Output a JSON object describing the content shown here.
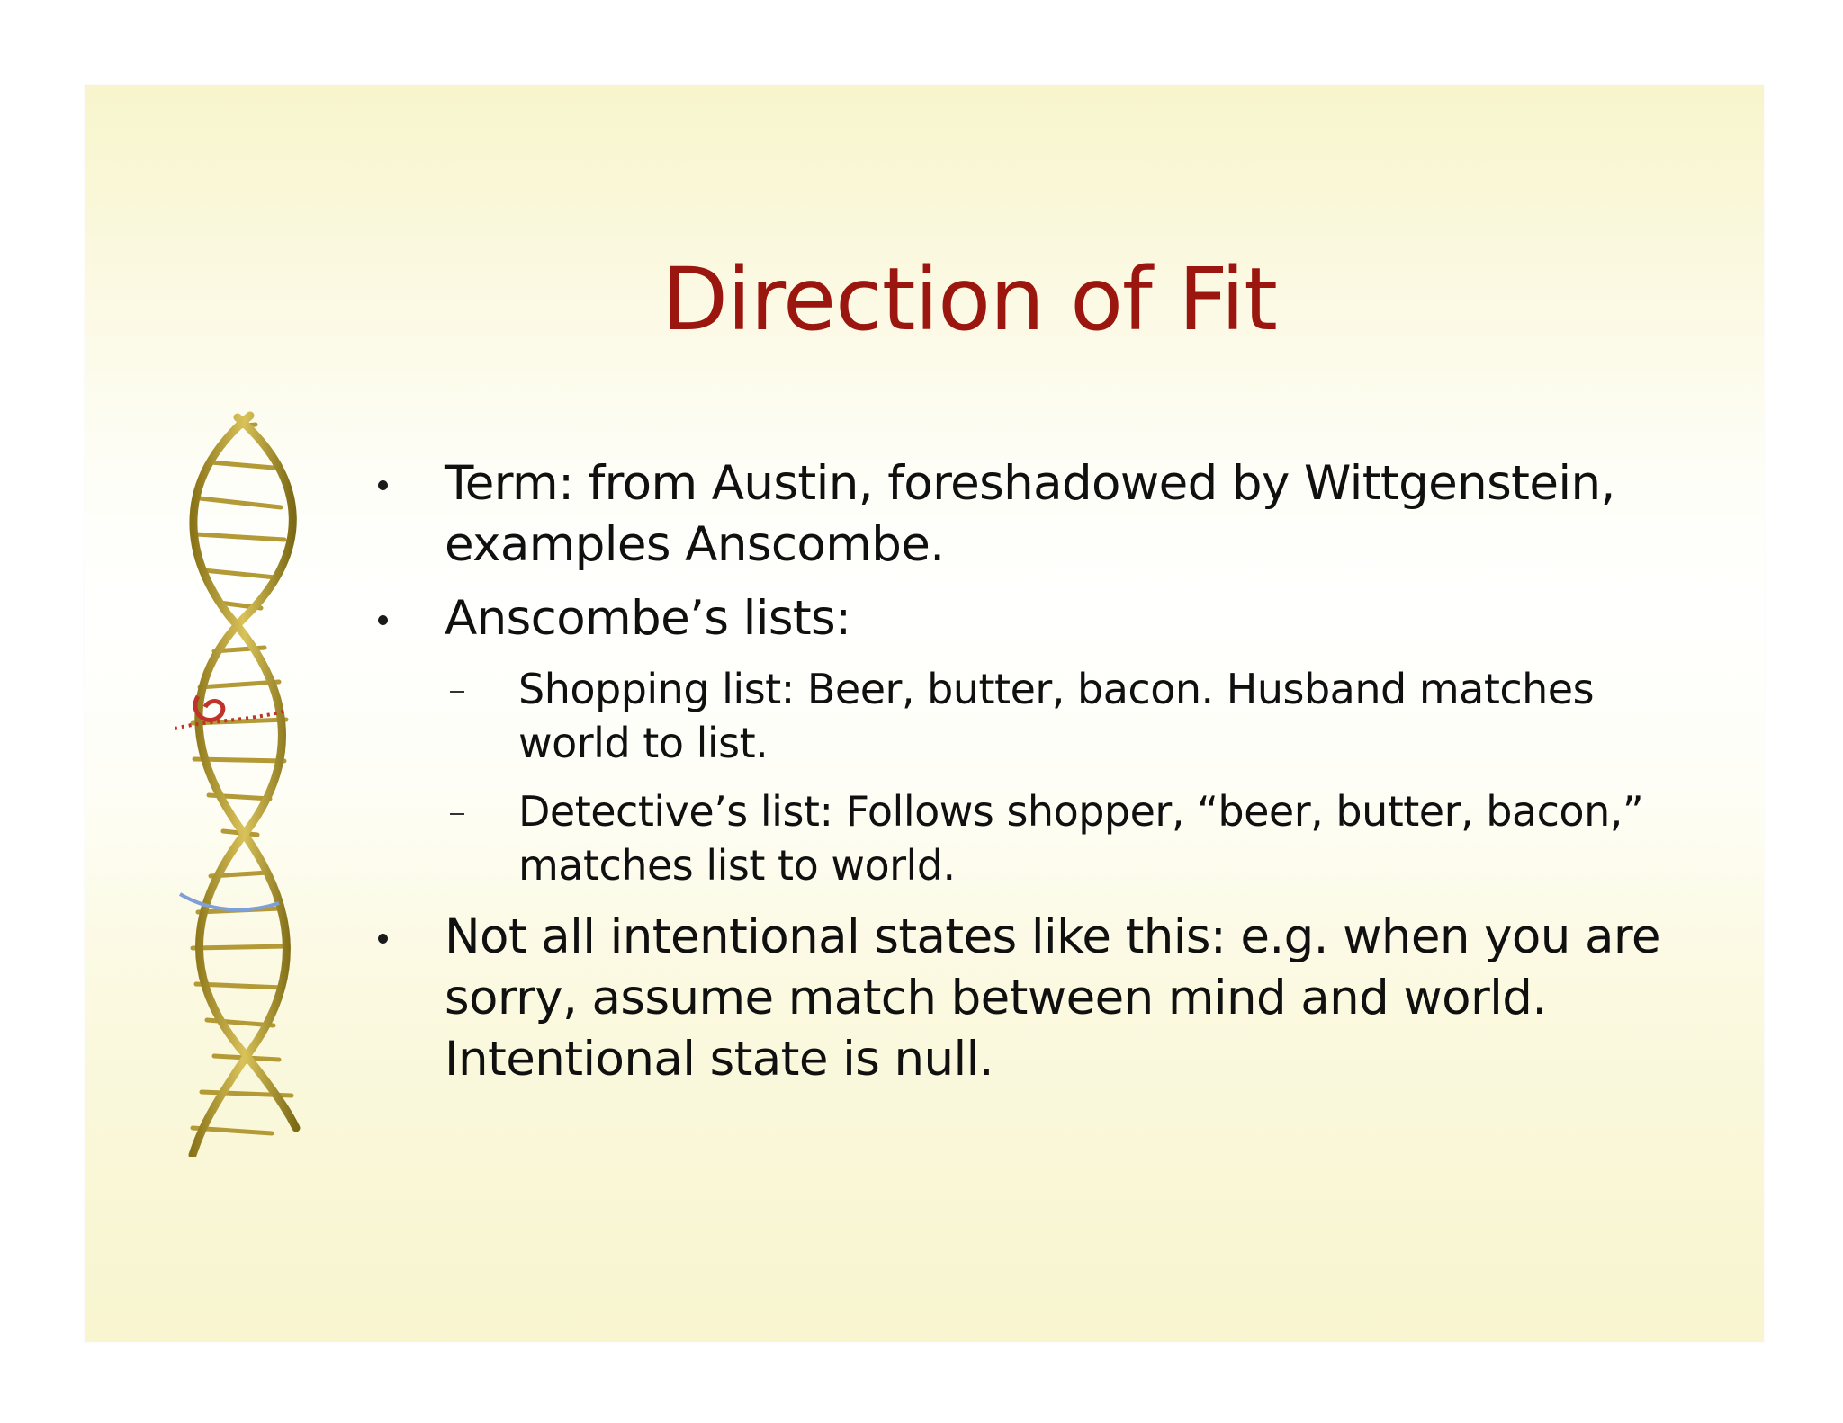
{
  "slide": {
    "title": "Direction of Fit",
    "title_color": "#9b160e",
    "background_color": "#f8f5cc",
    "decoration_icon": "dna-helix-icon",
    "bullets": [
      {
        "level": 1,
        "text": "Term: from Austin, foreshadowed by Wittgenstein, examples Anscombe."
      },
      {
        "level": 1,
        "text": "Anscombe’s lists:"
      },
      {
        "level": 2,
        "text": "Shopping list: Beer, butter, bacon. Husband matches world to list."
      },
      {
        "level": 2,
        "text": "Detective’s list: Follows shopper, “beer, butter, bacon,” matches list to world."
      },
      {
        "level": 1,
        "text": "Not all intentional states like this: e.g. when you are sorry, assume match between mind and world. Intentional state is null."
      }
    ]
  }
}
